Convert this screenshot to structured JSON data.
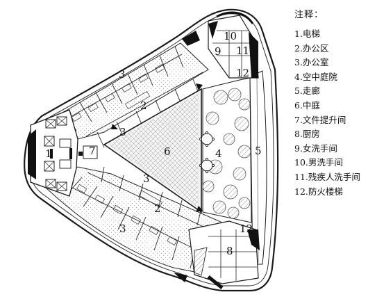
{
  "legend": {
    "title": "注释：",
    "items": [
      "1.电梯",
      "2.办公区",
      "3.办公室",
      "4.空中庭院",
      "5.走廊",
      "6.中庭",
      "7.文件提升间",
      "8.厨房",
      "9.女洗手间",
      "10.男洗手间",
      "11.残疾人洗手间",
      "12.防火楼梯"
    ]
  },
  "plan_labels": {
    "elevator": "1",
    "office_area_upper": "2",
    "office_area_lower": "2",
    "offices_upper_outer": "3",
    "offices_upper_inner": "3",
    "offices_lower_inner": "3",
    "offices_lower_outer": "3",
    "sky_garden": "4",
    "corridor": "5",
    "atrium": "6",
    "document_lift": "7",
    "kitchen": "8",
    "womens_wc": "9",
    "mens_wc": "10",
    "accessible_wc": "11",
    "fire_stair_top": "12",
    "fire_stair_bottom": "12"
  },
  "colors": {
    "line": "#1a1a1a",
    "wall_fill": "#ffffff",
    "solid": "#111111",
    "tree": "#9a9a9a",
    "glass": "#cfcfcf"
  }
}
